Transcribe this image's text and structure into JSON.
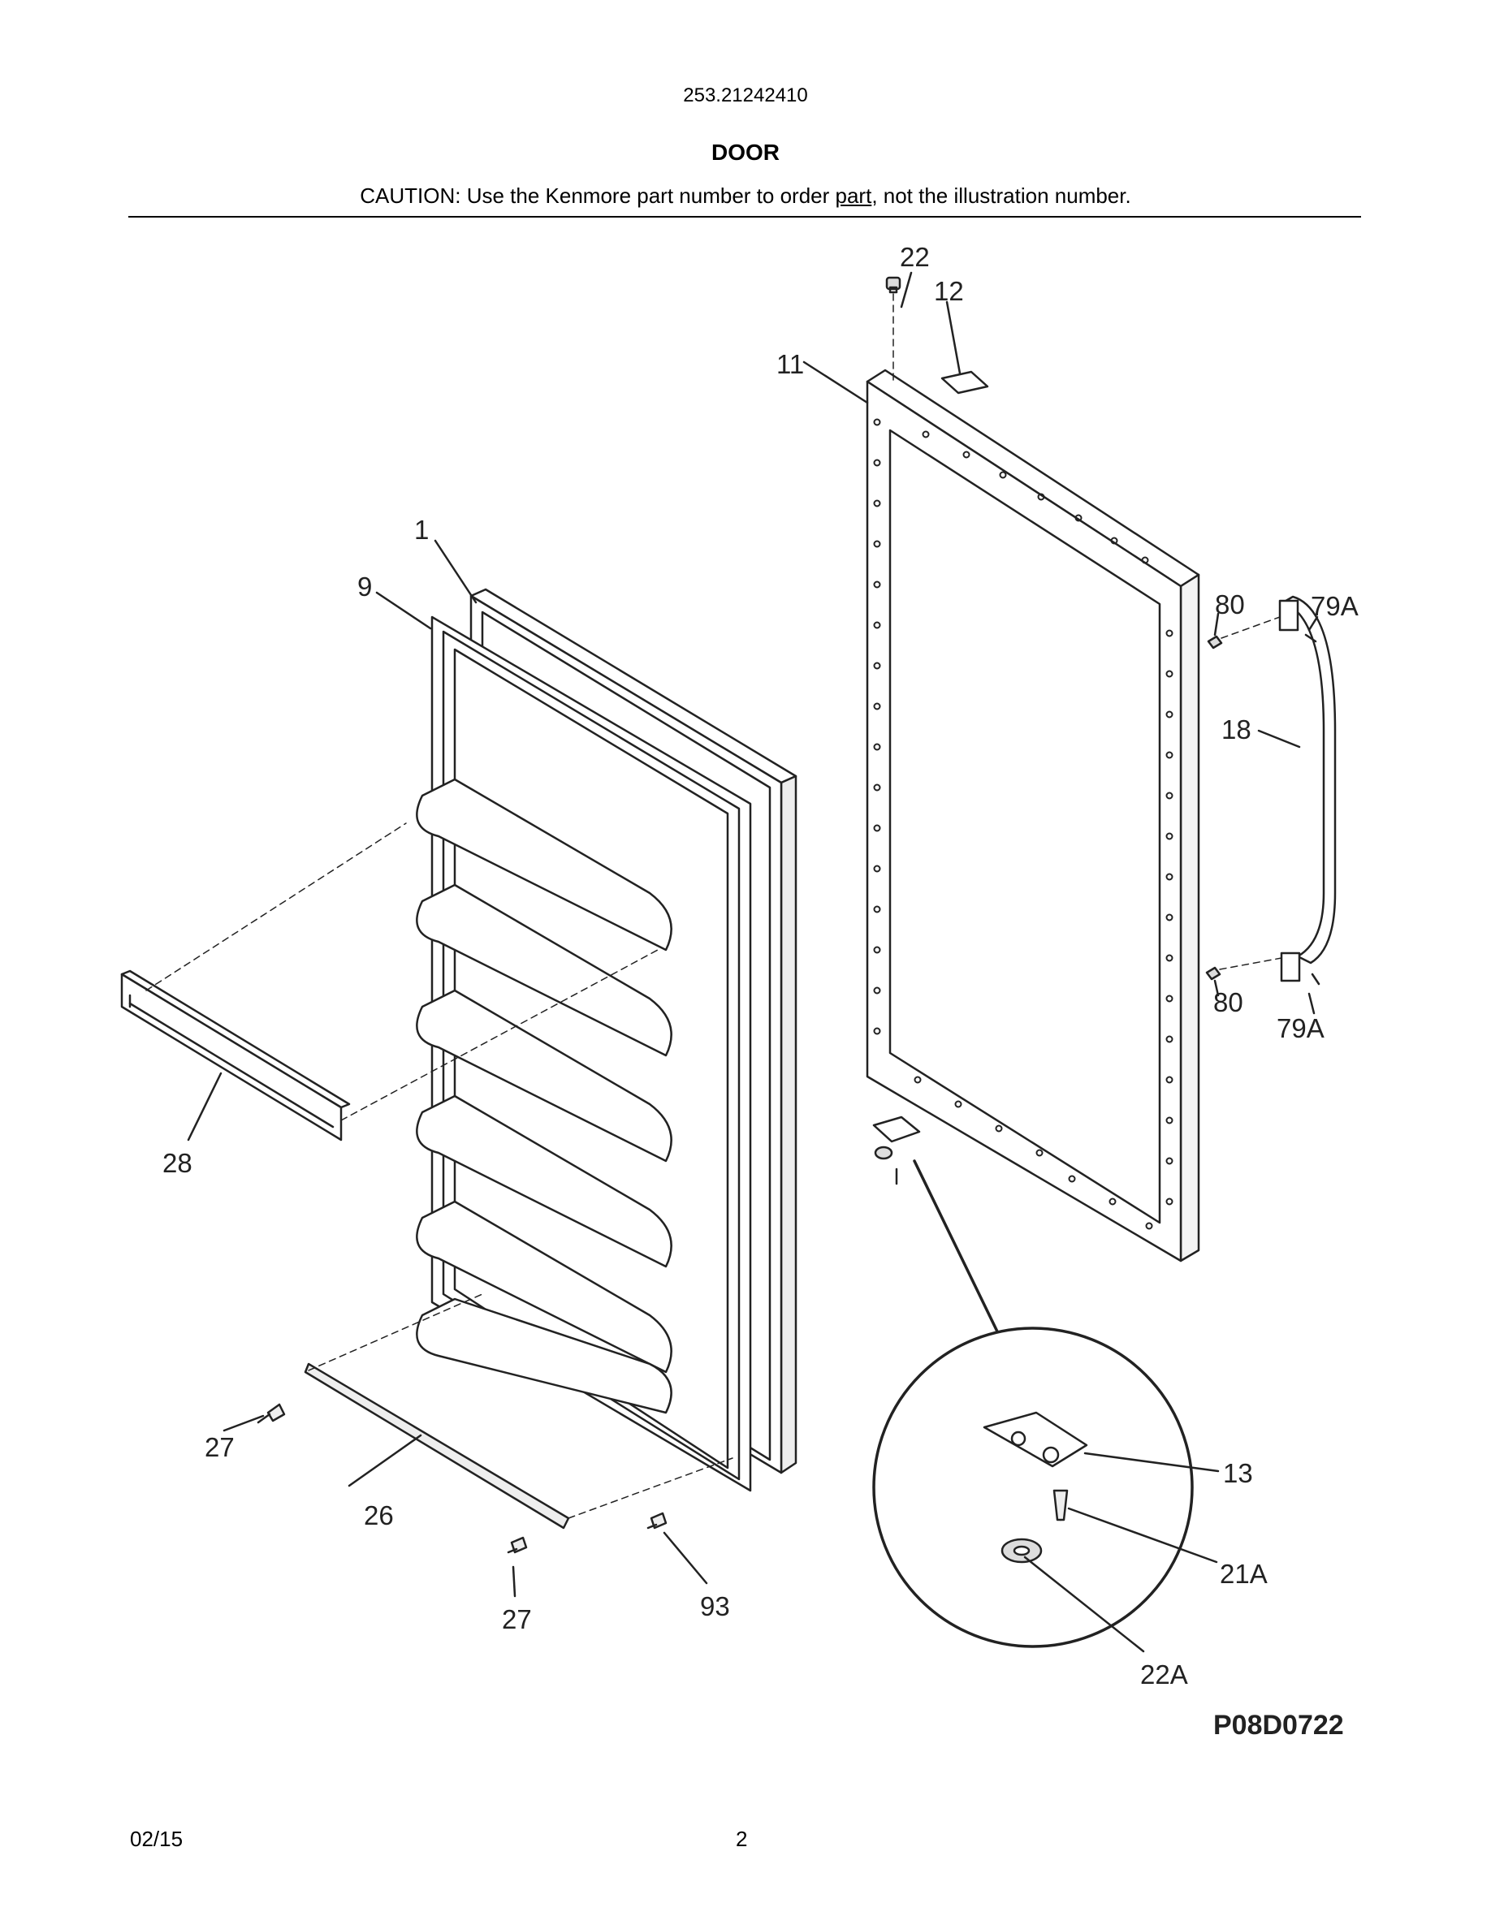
{
  "header": {
    "model_number": "253.21242410",
    "section_title": "DOOR",
    "caution_prefix": "CAUTION: Use the Kenmore part number to order ",
    "caution_underlined": "part",
    "caution_suffix": ", not the illustration number."
  },
  "callouts": {
    "part_1": "1",
    "part_9": "9",
    "part_11": "11",
    "part_12": "12",
    "part_13": "13",
    "part_18": "18",
    "part_21a": "21A",
    "part_22": "22",
    "part_22a": "22A",
    "part_26": "26",
    "part_27_top": "27",
    "part_27_bottom": "27",
    "part_28": "28",
    "part_79a_top": "79A",
    "part_79a_bottom": "79A",
    "part_80_top": "80",
    "part_80_bottom": "80",
    "part_93": "93"
  },
  "diagram_code": "P08D0722",
  "footer": {
    "date": "02/15",
    "page_number": "2"
  }
}
